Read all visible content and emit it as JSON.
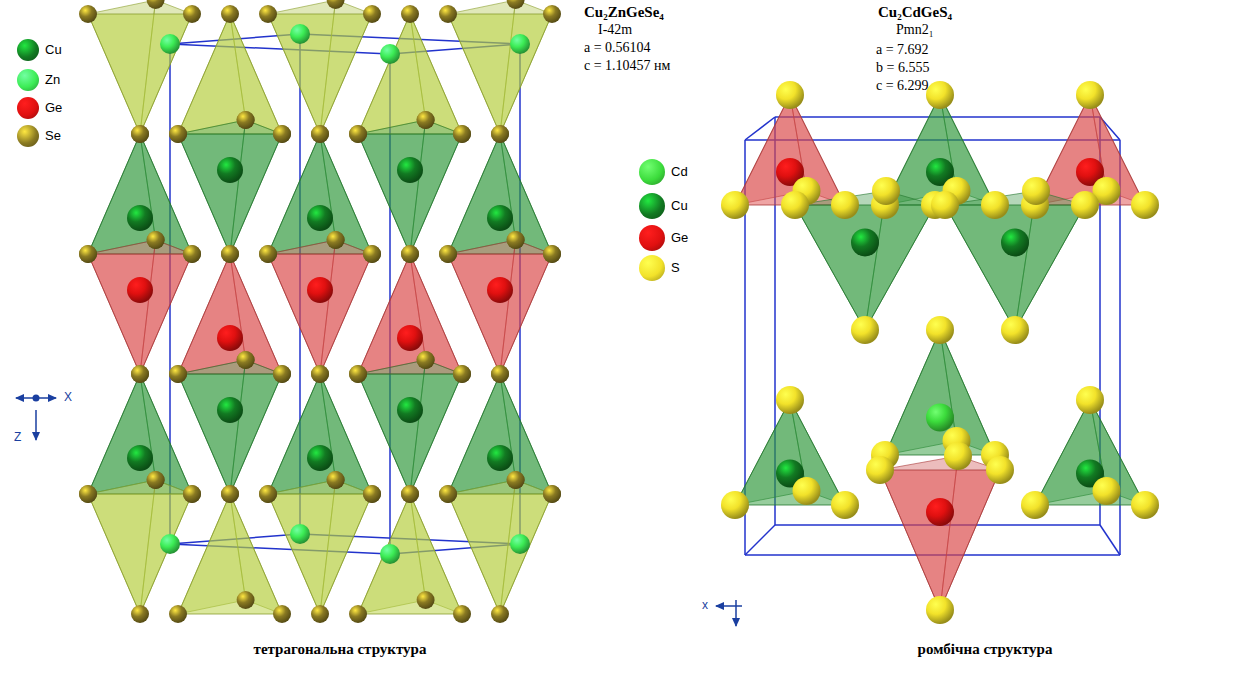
{
  "diagram": {
    "labels": [
      "Cu₂ZnGeSe₄",
      "I-42m",
      "a = 0.56104",
      "c = 1.10457 нм",
      "Cu₂CdGeS₄",
      "Pmn2₁",
      "a = 7.692",
      "b = 6.555",
      "c = 6.299",
      "X",
      "Z",
      "x",
      "тетрагональна структура",
      "ромбічна структура"
    ],
    "legend": [
      {
        "text": "Cu",
        "color": "#127a22"
      },
      {
        "text": "Zn",
        "color": "#3cec55"
      },
      {
        "text": "Ge",
        "color": "#e01010"
      },
      {
        "text": "Se",
        "color": "#8a7a22"
      },
      {
        "text": "Cd",
        "color": "#3cdc3c"
      },
      {
        "text": "Cu",
        "color": "#127a22"
      },
      {
        "text": "Ge",
        "color": "#e01010"
      },
      {
        "text": "S",
        "color": "#f2e22a"
      }
    ]
  }
}
